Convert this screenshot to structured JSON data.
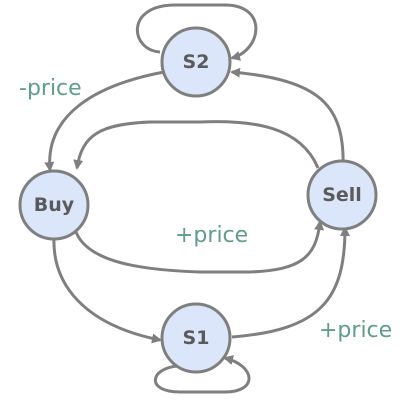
{
  "nodes": {
    "s2": "S2",
    "buy": "Buy",
    "sell": "Sell",
    "s1": "S1"
  },
  "edge_labels": {
    "buy_from_s2": "-price",
    "buy_to_sell": "+price",
    "s1_to_sell": "+price"
  },
  "colors": {
    "node_fill": "#dbe6fa",
    "stroke": "#7f7f7f",
    "node_text": "#5a5a5a",
    "edge_label_text": "#5f9e86"
  }
}
